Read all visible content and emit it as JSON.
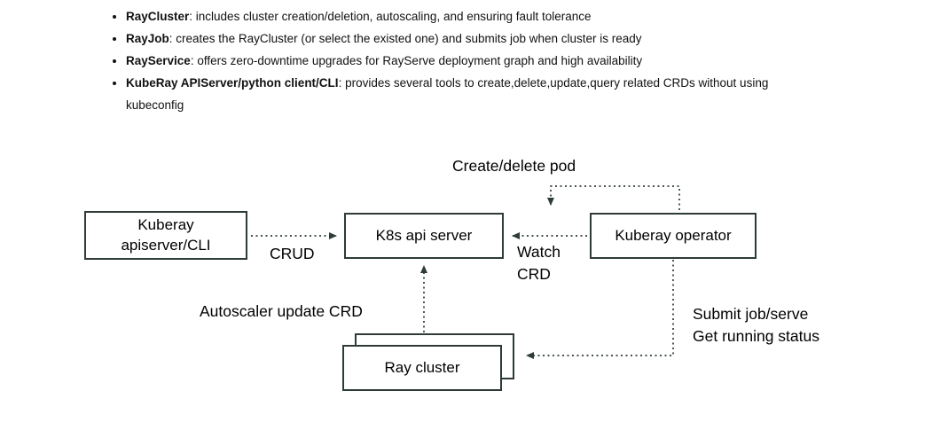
{
  "bullets": [
    {
      "term": "RayCluster",
      "desc": ": includes cluster creation/deletion, autoscaling, and ensuring fault tolerance"
    },
    {
      "term": "RayJob",
      "desc": ": creates the RayCluster (or select the existed one) and submits job when cluster is ready"
    },
    {
      "term": "RayService",
      "desc": ": offers zero-downtime upgrades for RayServe deployment graph and high availability"
    },
    {
      "term": "KubeRay APIServer/python client/CLI",
      "desc": ": provides several tools to create,delete,update,query related CRDs without using kubeconfig"
    }
  ],
  "diagram": {
    "nodes": {
      "apiserver_cli": {
        "line1": "Kuberay",
        "line2": "apiserver/CLI"
      },
      "k8s_api_server": {
        "label": "K8s api server"
      },
      "kuberay_operator": {
        "label": "Kuberay operator"
      },
      "ray_cluster": {
        "label": "Ray cluster"
      }
    },
    "labels": {
      "create_delete_pod": "Create/delete pod",
      "crud": "CRUD",
      "watch_line1": "Watch",
      "watch_line2": "CRD",
      "autoscaler_update_crd": "Autoscaler update CRD",
      "submit_line1": "Submit job/serve",
      "submit_line2": "Get running status"
    },
    "colors": {
      "stroke": "#2e3b37",
      "text": "#000000",
      "background": "#ffffff"
    }
  }
}
